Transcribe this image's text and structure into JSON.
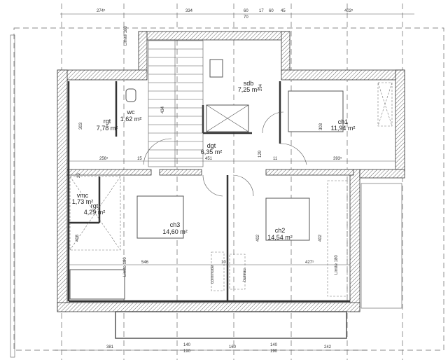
{
  "top_dimensions": [
    "274⁵",
    "334",
    "60",
    "70",
    "17",
    "60",
    "45",
    "403⁵"
  ],
  "bottom_dimensions": [
    "381",
    "140",
    "190",
    "160",
    "140",
    "190",
    "242"
  ],
  "rooms": [
    {
      "name": "rgt",
      "area": "7,78 m²"
    },
    {
      "name": "wc",
      "area": "1,62 m²"
    },
    {
      "name": "sdb",
      "area": "7,25 m²"
    },
    {
      "name": "dgt",
      "area": "6,35 m²"
    },
    {
      "name": "ch1",
      "area": "11,94 m²"
    },
    {
      "name": "vmc",
      "area": "1,73 m²"
    },
    {
      "name": "rgt",
      "area": "4,29 m²"
    },
    {
      "name": "ch3",
      "area": "14,60 m²"
    },
    {
      "name": "ch2",
      "area": "14,54 m²"
    }
  ],
  "inner_dimensions": {
    "d256": "256⁵",
    "d15": "15",
    "d451": "451",
    "d11": "11",
    "d393": "393⁵",
    "d129": "129",
    "d546": "546",
    "d10": "10",
    "d427": "427⁵",
    "d402a": "402",
    "d402b": "402",
    "d408": "408",
    "d303a": "303",
    "d434": "434",
    "d294": "294",
    "d303b": "303",
    "d20": "20"
  },
  "annotations": {
    "limite1": "Limite 180",
    "limite2": "Limite 180",
    "limite3": "Limite 180",
    "commode": "commode",
    "bureau": "bureau"
  }
}
